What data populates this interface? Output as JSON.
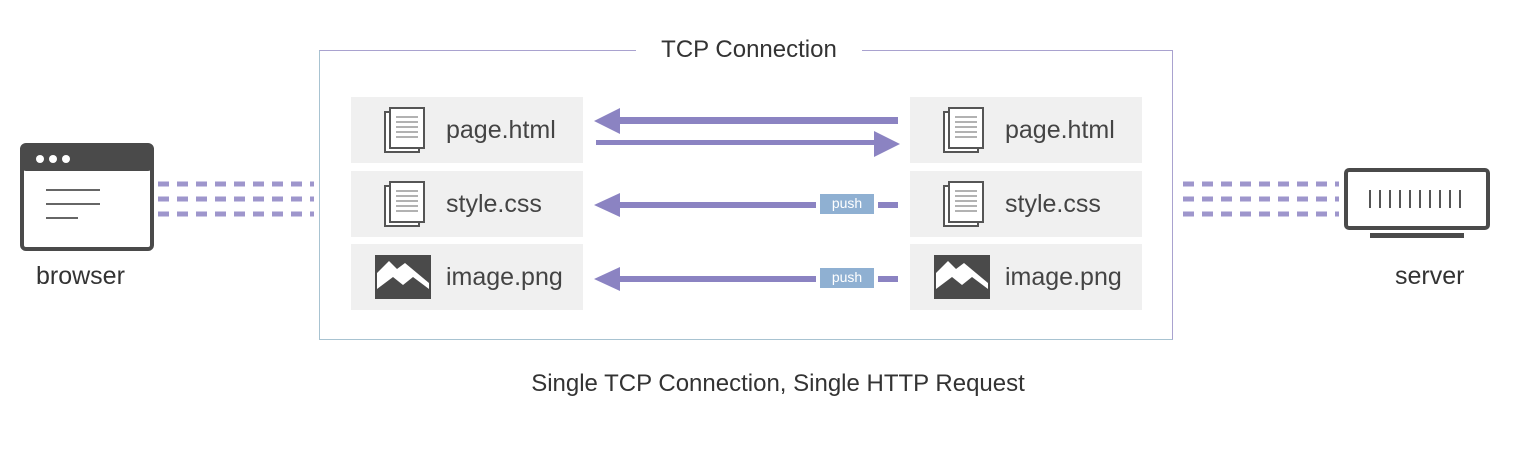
{
  "connection_title": "TCP Connection",
  "browser_label": "browser",
  "server_label": "server",
  "footer_caption": "Single TCP Connection, Single HTTP Request",
  "files": [
    {
      "name": "page.html",
      "icon": "document-icon"
    },
    {
      "name": "style.css",
      "icon": "document-icon"
    },
    {
      "name": "image.png",
      "icon": "image-icon"
    }
  ],
  "push_label": "push",
  "colors": {
    "arrow": "#8b83c2",
    "dash": "#9e96cc",
    "push_badge": "#8fb0d2",
    "file_box": "#f0f0f0",
    "device": "#4a4a4a"
  }
}
